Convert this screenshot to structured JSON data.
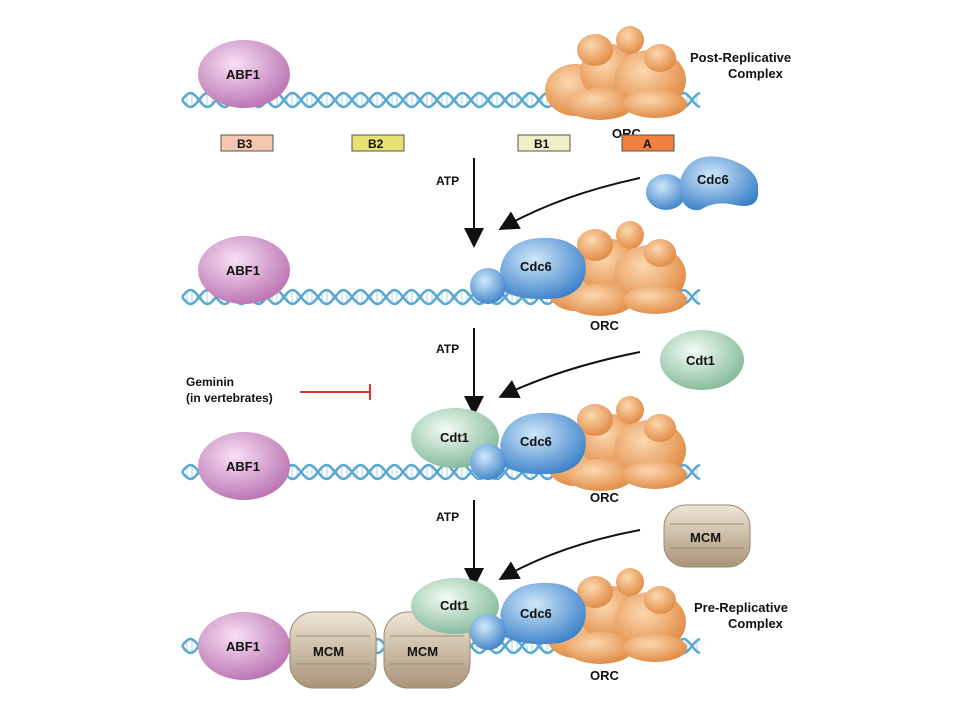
{
  "labels": {
    "post_replicative_line1": "Post-Replicative",
    "post_replicative_line2": "Complex",
    "pre_replicative_line1": "Pre-Replicative",
    "pre_replicative_line2": "Complex",
    "geminin_line1": "Geminin",
    "geminin_line2": "(in vertebrates)",
    "atp": "ATP",
    "abf1": "ABF1",
    "orc": "ORC",
    "cdc6": "Cdc6",
    "cdt1": "Cdt1",
    "mcm": "MCM"
  },
  "elements": [
    "B3",
    "B2",
    "B1",
    "A"
  ],
  "colors": {
    "dna": "#5aa8d0",
    "abf1": "#c890c0",
    "orc": "#f0a060",
    "cdc6": "#6aa8dc",
    "cdt1": "#a8d0b8",
    "mcm": "#c8b8a0",
    "b3": "#f4c8b0",
    "b2": "#e8e070",
    "b1": "#f0f0c8",
    "a": "#f08040",
    "inhibitor": "#e03030"
  }
}
